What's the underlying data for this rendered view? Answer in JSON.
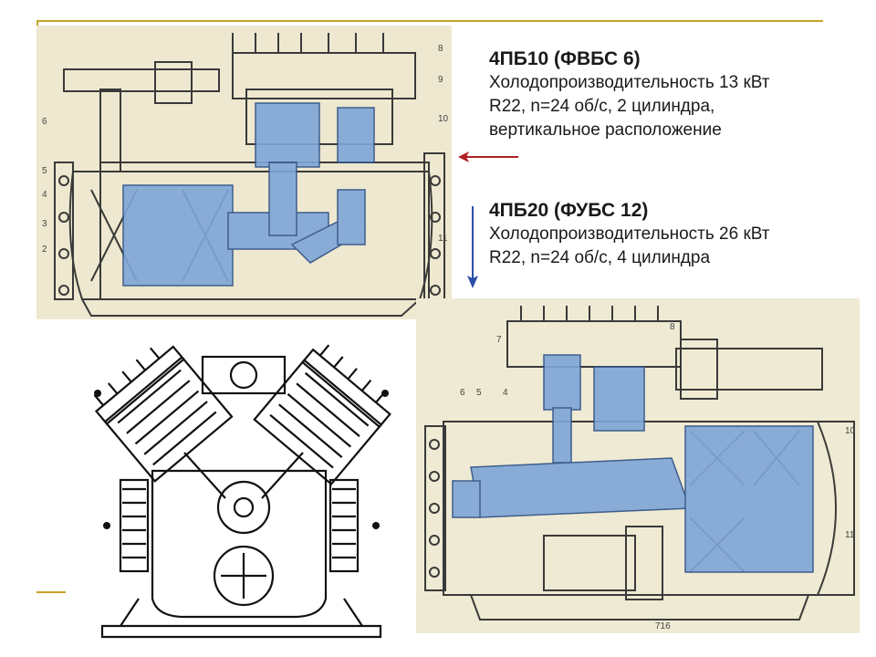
{
  "colors": {
    "accent_line": "#c9a227",
    "paper": "#ede8cf",
    "highlight": "#7fa6d8",
    "arrow_left": "#b02020",
    "arrow_down": "#2b4fa8",
    "text": "#1a1a1a"
  },
  "block1": {
    "title": "4ПБ10 (ФВБС 6)",
    "lines": [
      "Холодопроизводительность 13 кВт",
      "R22, n=24 об/с, 2 цилиндра,",
      "вертикальное расположение"
    ]
  },
  "block2": {
    "title": "4ПБ20 (ФУБС 12)",
    "lines": [
      "Холодопроизводительность 26 кВт",
      "R22, n=24 об/с, 4 цилиндра"
    ]
  },
  "images": {
    "top_callouts": [
      "8",
      "9",
      "10",
      "6",
      "5",
      "4",
      "3",
      "2",
      "11"
    ],
    "bottom_callouts": [
      "8",
      "7",
      "6",
      "5",
      "4",
      "10",
      "11"
    ],
    "page_number": "716"
  }
}
